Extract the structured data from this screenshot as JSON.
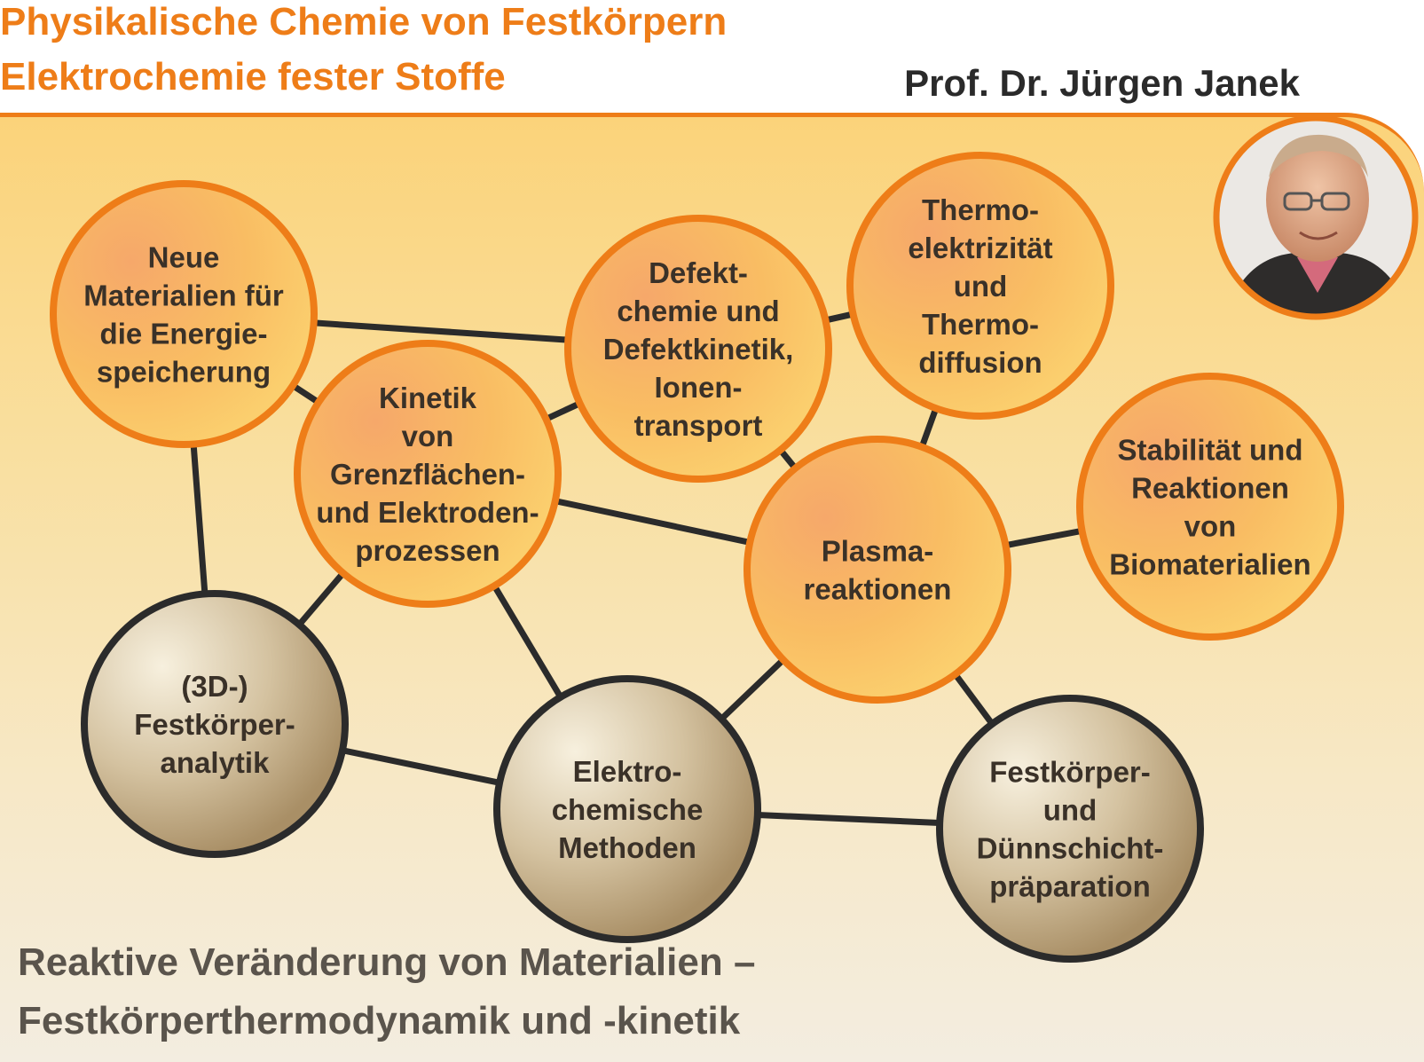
{
  "header": {
    "title_line1": "Physikalische Chemie von Festkörpern",
    "title_line2": "Elektrochemie fester Stoffe",
    "author": "Prof. Dr. Jürgen Janek"
  },
  "nodes": [
    {
      "id": "n1",
      "kind": "orange",
      "lines": [
        "Neue",
        "Materialien für",
        "die Energie-",
        "speicherung"
      ]
    },
    {
      "id": "n2",
      "kind": "orange",
      "lines": [
        "Kinetik",
        "von",
        "Grenzflächen-",
        "und Elektroden-",
        "prozessen"
      ]
    },
    {
      "id": "n3",
      "kind": "orange",
      "lines": [
        "Defekt-",
        "chemie und",
        "Defektkinetik,",
        "Ionen-",
        "transport"
      ]
    },
    {
      "id": "n4",
      "kind": "orange",
      "lines": [
        "Thermo-",
        "elektrizität",
        "und",
        "Thermo-",
        "diffusion"
      ]
    },
    {
      "id": "n5",
      "kind": "orange",
      "lines": [
        "Plasma-",
        "reaktionen"
      ]
    },
    {
      "id": "n6",
      "kind": "orange",
      "lines": [
        "Stabilität und",
        "Reaktionen",
        "von",
        "Biomaterialien"
      ]
    },
    {
      "id": "n7",
      "kind": "tan",
      "lines": [
        "(3D-)",
        "Festkörper-",
        "analytik"
      ]
    },
    {
      "id": "n8",
      "kind": "tan",
      "lines": [
        "Elektro-",
        "chemische",
        "Methoden"
      ]
    },
    {
      "id": "n9",
      "kind": "tan",
      "lines": [
        "Festkörper-",
        "und",
        "Dünnschicht-",
        "präparation"
      ]
    }
  ],
  "edges": [
    [
      "n1",
      "n3"
    ],
    [
      "n1",
      "n2"
    ],
    [
      "n1",
      "n7"
    ],
    [
      "n2",
      "n3"
    ],
    [
      "n2",
      "n5"
    ],
    [
      "n2",
      "n7"
    ],
    [
      "n2",
      "n8"
    ],
    [
      "n3",
      "n4"
    ],
    [
      "n3",
      "n5"
    ],
    [
      "n4",
      "n5"
    ],
    [
      "n5",
      "n6"
    ],
    [
      "n5",
      "n8"
    ],
    [
      "n5",
      "n9"
    ],
    [
      "n7",
      "n8"
    ],
    [
      "n8",
      "n9"
    ]
  ],
  "footer": {
    "line1": "Reaktive Veränderung von Materialien –",
    "line2": "Festkörperthermodynamik und -kinetik"
  },
  "colors": {
    "accent": "#ee7d18",
    "node_orange_fill": "#f8b05a",
    "node_tan_fill": "#b9a27e",
    "edge": "#2b2b2b"
  }
}
